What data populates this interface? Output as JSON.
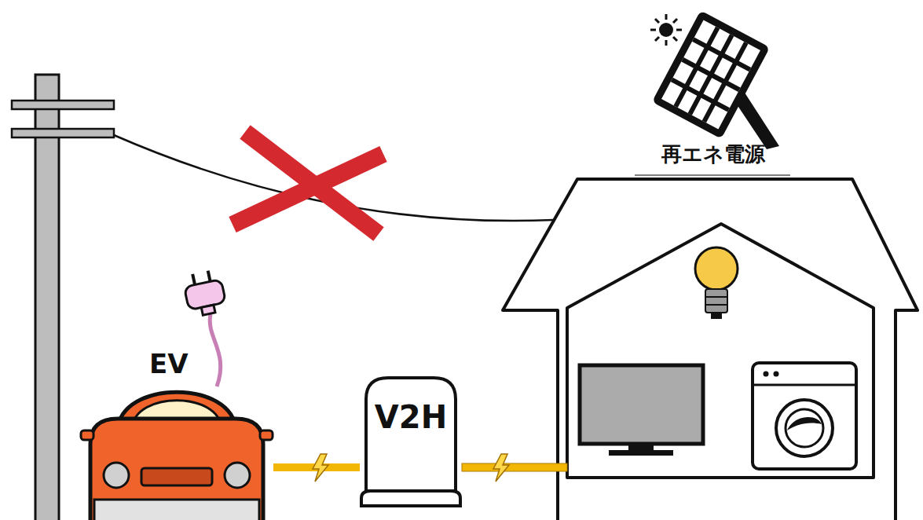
{
  "diagram": {
    "nodes": [
      {
        "text": [
          "再エネ電源"
        ]
      },
      {
        "text": [
          "EV"
        ]
      },
      {
        "text": [
          "V2H"
        ]
      }
    ],
    "edges": [
      {
        "from": 1,
        "to": 2,
        "arrow": "none"
      }
    ]
  }
}
